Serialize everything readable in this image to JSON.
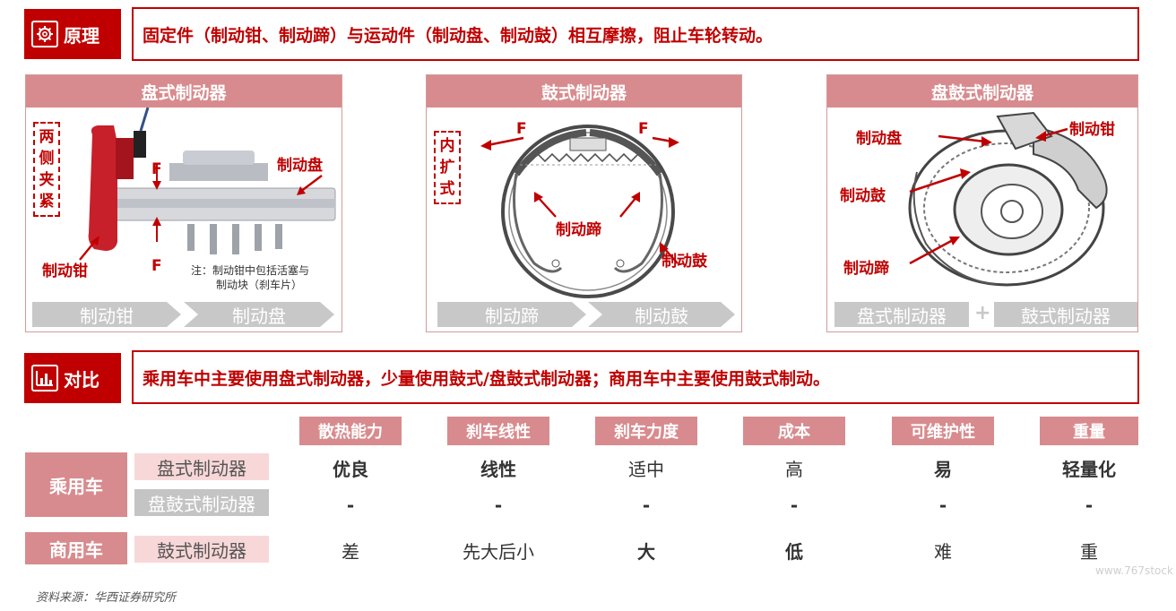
{
  "principle": {
    "tag": "原理",
    "icon": "gear-icon",
    "text": "固定件（制动钳、制动蹄）与运动件（制动盘、制动鼓）相互摩擦，阻止车轮转动。"
  },
  "panels": {
    "disc": {
      "title": "盘式制动器",
      "side_label": [
        "两",
        "侧",
        "夹",
        "紧"
      ],
      "label_disc": "制动盘",
      "label_caliper": "制动钳",
      "force_top": "F",
      "force_bottom": "F",
      "note_line1": "注：制动钳中包括活塞与",
      "note_line2": "制动块（刹车片）",
      "parts": [
        "制动钳",
        "制动盘"
      ]
    },
    "drum": {
      "title": "鼓式制动器",
      "side_label": [
        "内",
        "扩",
        "式"
      ],
      "force_left": "F",
      "force_right": "F",
      "label_shoe": "制动蹄",
      "label_drum": "制动鼓",
      "parts": [
        "制动蹄",
        "制动鼓"
      ]
    },
    "combo": {
      "title": "盘鼓式制动器",
      "label_disc": "制动盘",
      "label_caliper": "制动钳",
      "label_drum": "制动鼓",
      "label_shoe": "制动蹄",
      "parts": [
        "盘式制动器",
        "鼓式制动器"
      ],
      "plus": "+"
    }
  },
  "compare": {
    "tag": "对比",
    "icon": "bar-chart-icon",
    "text": "乘用车中主要使用盘式制动器，少量使用鼓式/盘鼓式制动器；商用车中主要使用鼓式制动。"
  },
  "table": {
    "columns": [
      "散热能力",
      "刹车线性",
      "刹车力度",
      "成本",
      "可维护性",
      "重量"
    ],
    "groups": {
      "passenger": "乘用车",
      "commercial": "商用车"
    },
    "rows": [
      {
        "type": "盘式制动器",
        "values": [
          "优良",
          "线性",
          "适中",
          "高",
          "易",
          "轻量化"
        ]
      },
      {
        "type": "盘鼓式制动器",
        "values": [
          "-",
          "-",
          "-",
          "-",
          "-",
          "-"
        ]
      },
      {
        "type": "鼓式制动器",
        "values": [
          "差",
          "先大后小",
          "大",
          "低",
          "难",
          "重"
        ]
      }
    ]
  },
  "source": "资料来源：华西证券研究所",
  "watermark": "www.767stock",
  "colors": {
    "brand_red": "#c00000",
    "header_pink": "#d88b8e",
    "light_pink": "#f8d7d8",
    "chevron_gray": "#c8c8c8"
  }
}
